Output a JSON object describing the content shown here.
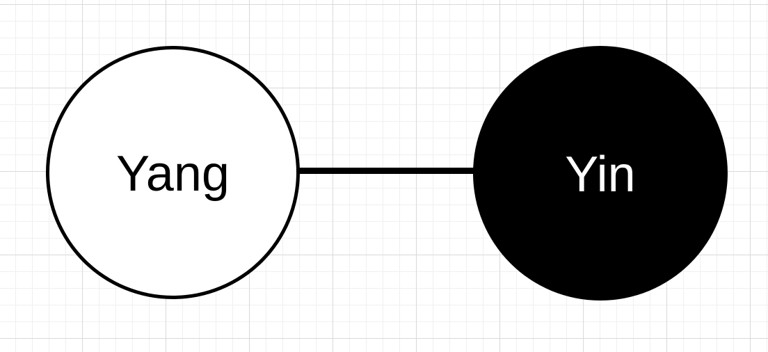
{
  "diagram": {
    "nodes": [
      {
        "id": "yang",
        "label": "Yang",
        "fill": "#ffffff",
        "text_color": "#000000",
        "stroke": "#000000"
      },
      {
        "id": "yin",
        "label": "Yin",
        "fill": "#000000",
        "text_color": "#ffffff",
        "stroke": "#000000"
      }
    ],
    "edges": [
      {
        "from": "yang",
        "to": "yin",
        "color": "#000000"
      }
    ]
  }
}
